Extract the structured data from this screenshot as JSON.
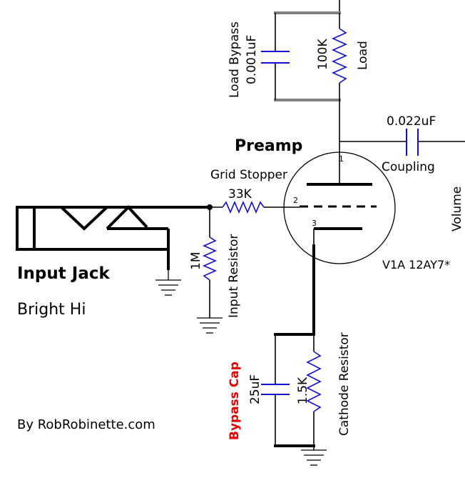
{
  "labels": {
    "load_bypass": "Load Bypass",
    "load_bypass_value": "0.001uF",
    "load_value": "100K",
    "load": "Load",
    "preamp": "Preamp",
    "coupling_value": "0.022uF",
    "coupling": "Coupling",
    "grid_stopper": "Grid Stopper",
    "grid_stopper_value": "33K",
    "volume": "Volume",
    "tube": "V1A 12AY7*",
    "pin_plate": "1",
    "pin_grid": "2",
    "pin_cathode": "3",
    "input_jack": "Input Jack",
    "bright_hi": "Bright Hi",
    "input_resistor_value": "1M",
    "input_resistor": "Input Resistor",
    "cathode_resistor": "Cathode Resistor",
    "cathode_resistor_value": "1.5K",
    "bypass_cap_value": "25uF",
    "bypass_cap": "Bypass Cap",
    "credit": "By RobRobinette.com"
  },
  "colors": {
    "component": "#1010d0",
    "highlight": "#e00000",
    "wire": "#000000",
    "bus": "#808080"
  }
}
